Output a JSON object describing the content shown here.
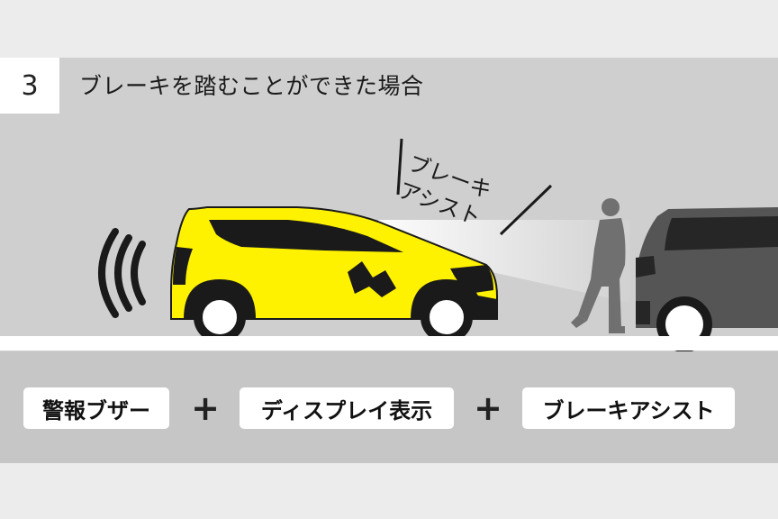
{
  "step": {
    "number": "3",
    "title": "ブレーキを踏むことができた場合"
  },
  "scene": {
    "brake_assist_label": [
      "ブレーキ",
      "アシスト"
    ]
  },
  "features": {
    "items": [
      "警報ブザー",
      "ディスプレイ表示",
      "ブレーキアシスト"
    ],
    "plus_symbol": "+"
  },
  "colors": {
    "car_body": "#fff200",
    "car_shadow": "#1a1a1a",
    "obstacle_car": "#555555",
    "pedestrian": "#707070",
    "panel_top": "#cfcfcf",
    "panel_bottom": "#c6c6c6",
    "background": "#ececec"
  }
}
